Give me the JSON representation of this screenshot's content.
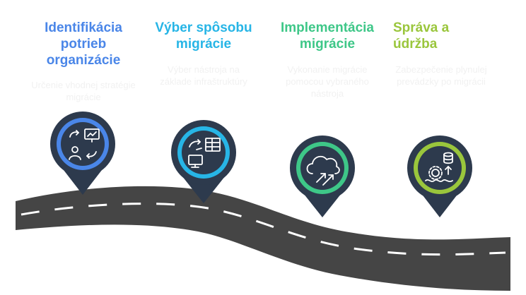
{
  "colors": {
    "step1": "#4a86e8",
    "step2": "#27b5e6",
    "step3": "#3ec788",
    "step4": "#9ac63c",
    "road": "#454545",
    "road_line": "#ffffff",
    "pin_dark": "#2d3a4d"
  },
  "steps": [
    {
      "title": "Identifikácia potrieb organizácie",
      "description": "Určenie vhodnej stratégie migrácie",
      "icon": "people-presentation-icon"
    },
    {
      "title": "Výber spôsobu migrácie",
      "description": "Výber nástroja na základe infraštruktúry",
      "icon": "table-monitor-transfer-icon"
    },
    {
      "title": "Implementácia migrácie",
      "description": "Vykonanie migrácie pomocou vybraného nástroja",
      "icon": "cloud-upload-icon"
    },
    {
      "title": "Správa a údržba",
      "description": "Zabezpečenie plynulej prevádzky po migrácii",
      "icon": "database-maintenance-icon"
    }
  ]
}
